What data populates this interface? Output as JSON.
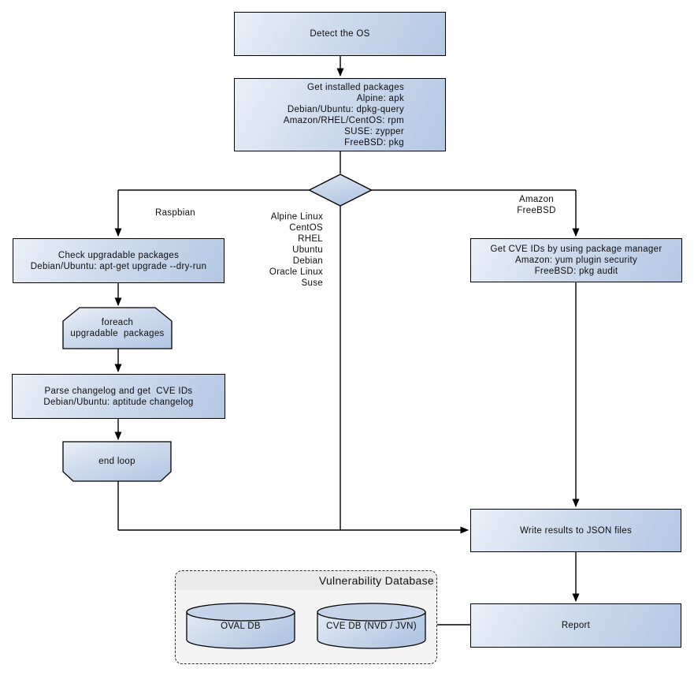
{
  "diagram": {
    "nodes": {
      "detect_os": {
        "label": "Detect the OS"
      },
      "get_installed": {
        "lines": [
          "Get installed packages",
          "Alpine: apk",
          "Debian/Ubuntu: dpkg-query",
          "Amazon/RHEL/CentOS: rpm",
          "SUSE: zypper",
          "FreeBSD: pkg"
        ]
      },
      "check_upgradable": {
        "lines": [
          "Check upgradable packages",
          "Debian/Ubuntu: apt-get upgrade --dry-run"
        ]
      },
      "foreach_loop": {
        "lines": [
          "foreach",
          "upgradable  packages"
        ]
      },
      "parse_changelog": {
        "lines": [
          "Parse changelog and get  CVE IDs",
          "Debian/Ubuntu: aptitude changelog"
        ]
      },
      "end_loop": {
        "label": "end loop"
      },
      "get_cve_ids": {
        "lines": [
          "Get CVE IDs by using package manager",
          "Amazon: yum plugin security",
          "FreeBSD: pkg audit"
        ]
      },
      "write_results": {
        "label": "Write results to JSON files"
      },
      "report": {
        "label": "Report"
      },
      "oval_db": {
        "label": "OVAL DB"
      },
      "cve_db": {
        "label": "CVE DB (NVD / JVN)"
      }
    },
    "edge_labels": {
      "raspbian": "Raspbian",
      "amazon_freebsd": [
        "Amazon",
        "FreeBSD"
      ],
      "os_list": [
        "Alpine Linux",
        "CentOS",
        "RHEL",
        "Ubuntu",
        "Debian",
        "Oracle Linux",
        "Suse"
      ]
    },
    "group": {
      "title": "Vulnerability Database"
    },
    "colors": {
      "node_fill_light": "#eaf0f8",
      "node_fill_dark": "#b4c8e3",
      "node_border": "#000000",
      "connector": "#000000",
      "group_bg": "#f4f4f4",
      "group_header_bg": "#eaeaea",
      "cylinder_top_fill": "#c6d5eb",
      "background": "#ffffff"
    }
  }
}
